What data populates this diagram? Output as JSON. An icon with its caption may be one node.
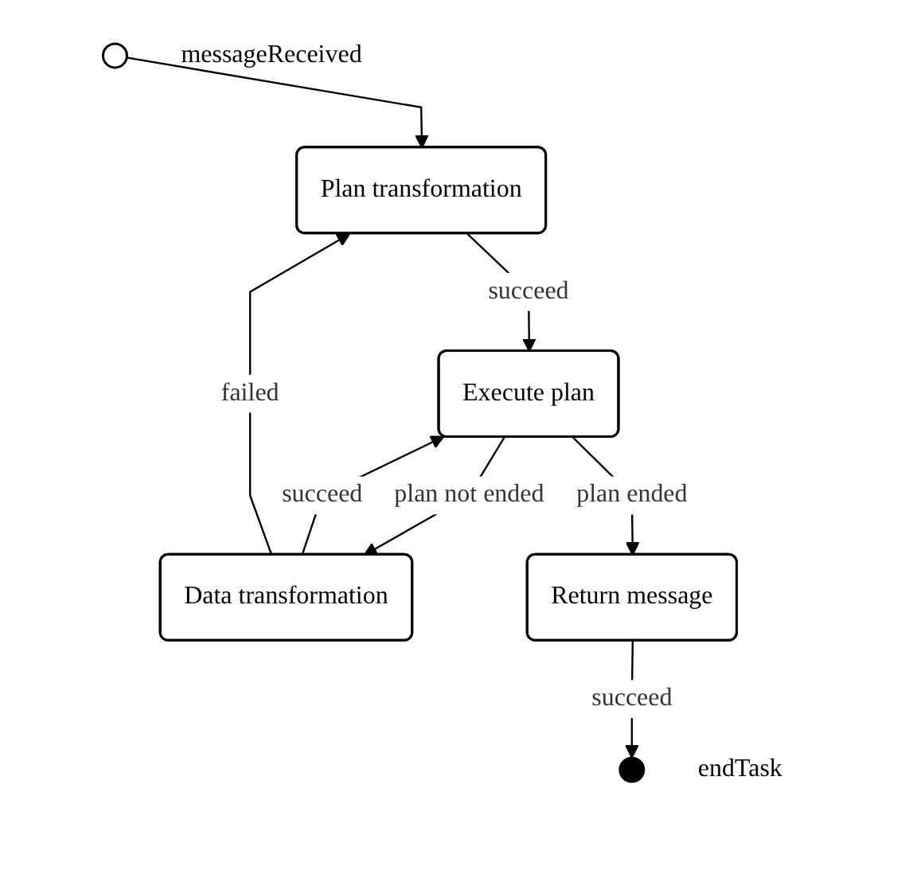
{
  "diagram": {
    "nodes": [
      {
        "text": [],
        "shape": "circle",
        "beside": [
          "messageReceived"
        ]
      },
      {
        "text": [
          "Plan transformation"
        ]
      },
      {
        "text": [
          "Execute plan"
        ]
      },
      {
        "text": [
          "Data transformation"
        ]
      },
      {
        "text": [
          "Return message"
        ]
      },
      {
        "text": [],
        "shape": "circle",
        "beside": [
          "endTask"
        ]
      }
    ],
    "edges": [
      {
        "from": 0,
        "to": 1,
        "arrow": "to"
      },
      {
        "from": 1,
        "to": 2,
        "arrow": "to",
        "label": "succeed"
      },
      {
        "from": 2,
        "to": 3,
        "arrow": "to",
        "label": "plan not ended"
      },
      {
        "from": 3,
        "to": 2,
        "arrow": "to",
        "label": "succeed"
      },
      {
        "from": 3,
        "to": 1,
        "arrow": "to",
        "label": "failed"
      },
      {
        "from": 2,
        "to": 4,
        "arrow": "to",
        "label": "plan ended"
      },
      {
        "from": 4,
        "to": 5,
        "arrow": "to",
        "label": "succeed"
      }
    ]
  }
}
